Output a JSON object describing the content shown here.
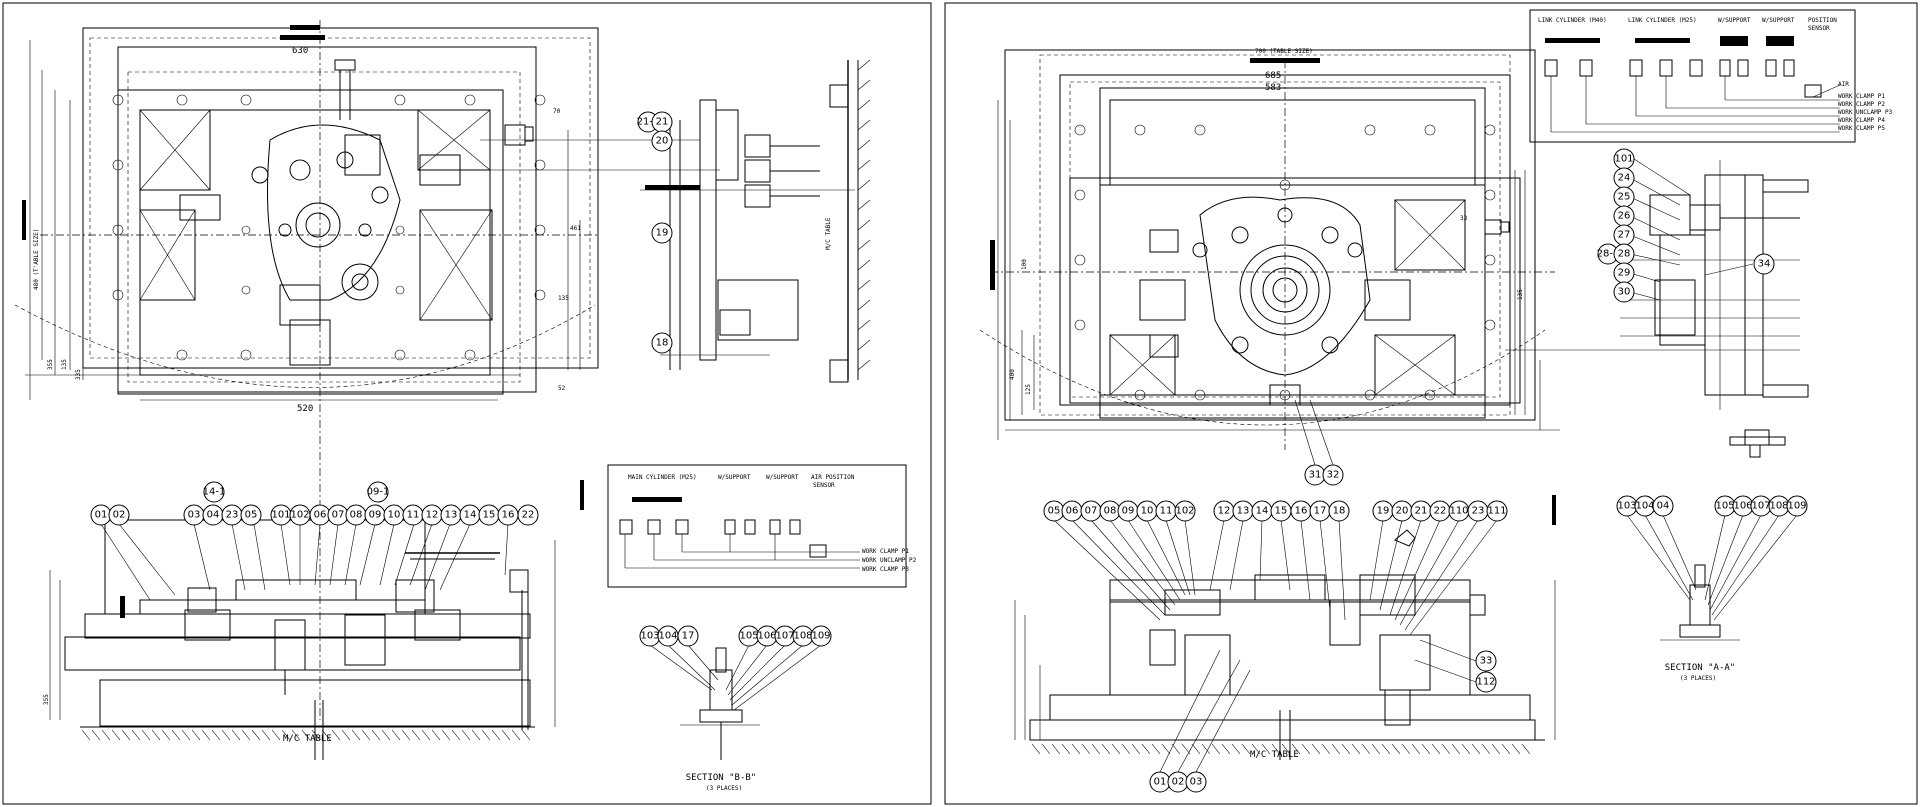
{
  "sheet": {
    "left_view": "left-fixture-drawing",
    "right_view": "right-fixture-drawing"
  },
  "left": {
    "dims": {
      "top": "630",
      "bottom": "520",
      "d70": "70",
      "d461": "461",
      "d135": "135",
      "d52": "52"
    },
    "side_dims": [
      "480 (T'ABLE SIZE)",
      "355",
      "135",
      "335"
    ],
    "mc_table_side": "M/C TABLE",
    "mc_table": "M/C TABLE",
    "balloons_top": [
      "21-1",
      "21",
      "20",
      "19",
      "18"
    ],
    "balloons_bottom": [
      "01",
      "02",
      "03",
      "04",
      "23",
      "05",
      "101",
      "102",
      "06",
      "07",
      "08",
      "09",
      "10",
      "11",
      "12",
      "13",
      "14",
      "15",
      "16",
      "22"
    ],
    "balloon_14": "14-1",
    "balloon_09": "09-1",
    "section_balloons": [
      "103",
      "104",
      "17",
      "105",
      "106",
      "107",
      "108",
      "109"
    ],
    "section_title": "SECTION \"B-B\"",
    "section_sub": "(3 PLACES)",
    "circuit": {
      "main": "MAIN CYLINDER (M25)",
      "ws1": "W/SUPPORT",
      "ws2": "W/SUPPORT",
      "air": "AIR POSITION",
      "sensor": "SENSOR",
      "lines": [
        "WORK CLAMP P1",
        "WORK UNCLAMP P2",
        "WORK CLAMP P3"
      ]
    }
  },
  "right": {
    "dims": {
      "top": "700 (TABLE SIZE)",
      "d685": "685",
      "d583": "583",
      "d33": "33"
    },
    "mc_table": "M/C TABLE",
    "balloons_side": [
      "101",
      "24",
      "25",
      "26",
      "27",
      "28-1",
      "28",
      "29",
      "30",
      "34"
    ],
    "balloon_3132": [
      "31",
      "32"
    ],
    "balloons_bottom": [
      "05",
      "06",
      "07",
      "08",
      "09",
      "10",
      "11",
      "102",
      "12",
      "13",
      "14",
      "15",
      "16",
      "17",
      "18",
      "19",
      "20",
      "21",
      "22",
      "110",
      "23",
      "111"
    ],
    "balloon_33": "33",
    "balloon_112": "112",
    "balloons_base": [
      "01",
      "02",
      "03"
    ],
    "section_balloons": [
      "103",
      "104",
      "04",
      "105",
      "106",
      "107",
      "108",
      "109"
    ],
    "section_title": "SECTION \"A-A\"",
    "section_sub": "(3 PLACES)",
    "circuit": {
      "link1": "LINK CYLINDER (M40)",
      "link2": "LINK CYLINDER (M25)",
      "ws": "W/SUPPORT",
      "ws2": "W/SUPPORT",
      "pos": "POSITION",
      "sensor": "SENSOR",
      "lines": [
        "AIR",
        "WORK CLAMP P1",
        "WORK CLAMP P2",
        "WORK UNCLAMP P3",
        "WORK CLAMP P4",
        "WORK CLAMP P5"
      ]
    },
    "side_dims": [
      "100",
      "400",
      "125",
      "135"
    ]
  }
}
